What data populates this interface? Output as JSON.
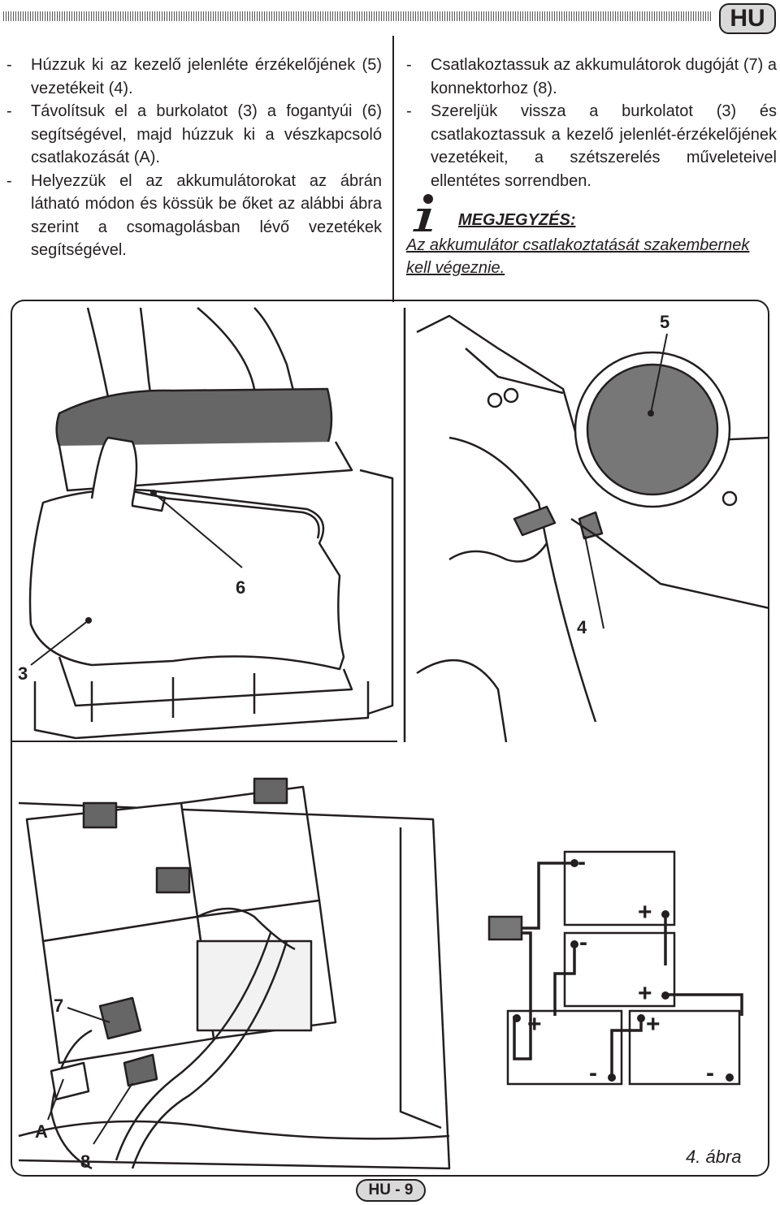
{
  "header": {
    "lang": "HU"
  },
  "left_items": [
    "Húzzuk ki az kezelő jelenléte érzékelőjének (5) vezetékeit (4).",
    "Távolítsuk el a burkolatot (3) a fogantyúi (6) segítségével, majd húzzuk ki a vészkapcsoló csatlakozását (A).",
    "Helyezzük el az akkumulátorokat az ábrán látható módon és kössük be őket az alábbi ábra szerint a csomagolásban lévő vezetékek segítségével."
  ],
  "right_items": [
    "Csatlakoztassuk az akkumulátorok dugóját (7) a konnektorhoz (8).",
    "Szereljük vissza a burkolatot (3) és csatlakoztassuk a kezelő jelenlét-érzékelőjének vezetékeit, a szétszerelés műveleteivel ellentétes sorrendben."
  ],
  "dash": "-",
  "note": {
    "title": "MEGJEGYZÉS:",
    "body": "Az akkumulátor csatlakoztatását szakembernek kell végeznie."
  },
  "figure": {
    "callouts": {
      "c3": "3",
      "c4": "4",
      "c5": "5",
      "c6": "6",
      "c7": "7",
      "c8": "8",
      "cA": "A"
    },
    "caption": "4. ábra",
    "plus": "+",
    "minus": "-"
  },
  "footer": {
    "page": "HU - 9"
  }
}
